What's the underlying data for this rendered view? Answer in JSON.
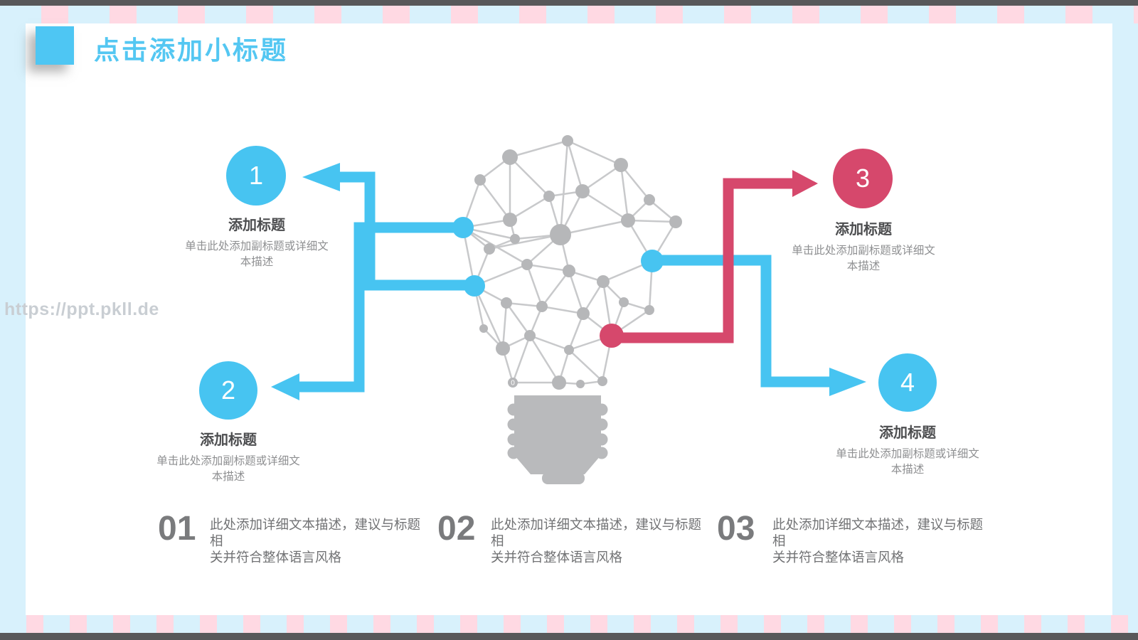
{
  "slide": {
    "title": "点击添加小标题",
    "watermark": "https://ppt.pkll.de"
  },
  "callouts": [
    {
      "number": "1",
      "title": "添加标题",
      "desc1": "单击此处添加副标题或详细文",
      "desc2": "本描述",
      "color": "#47c4f1"
    },
    {
      "number": "2",
      "title": "添加标题",
      "desc1": "单击此处添加副标题或详细文",
      "desc2": "本描述",
      "color": "#47c4f1"
    },
    {
      "number": "3",
      "title": "添加标题",
      "desc1": "单击此处添加副标题或详细文",
      "desc2": "本描述",
      "color": "#d6486c"
    },
    {
      "number": "4",
      "title": "添加标题",
      "desc1": "单击此处添加副标题或详细文",
      "desc2": "本描述",
      "color": "#47c4f1"
    }
  ],
  "bottom_items": [
    {
      "number": "01",
      "line1": "此处添加详细文本描述，建议与标题相",
      "line2": "关并符合整体语言风格"
    },
    {
      "number": "02",
      "line1": "此处添加详细文本描述，建议与标题相",
      "line2": "关并符合整体语言风格"
    },
    {
      "number": "03",
      "line1": "此处添加详细文本描述，建议与标题相",
      "line2": "关并符合整体语言风格"
    }
  ],
  "diagram": {
    "node_zero_label": "0"
  },
  "colors": {
    "accent_blue": "#47c4f1",
    "accent_red": "#d6486c",
    "stripe_pink": "#ffd9e3",
    "stripe_blue": "#d8f1fc",
    "bar_dark": "#58585a",
    "bulb_gray": "#b9babc",
    "edge_gray": "#c8c9cb",
    "node_gray": "#b6b7b9"
  }
}
